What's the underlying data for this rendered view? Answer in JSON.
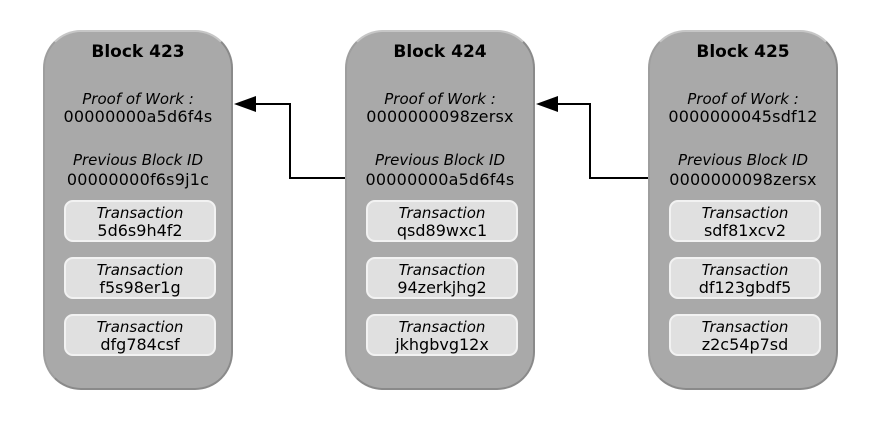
{
  "diagram": {
    "background": "#ffffff",
    "block_fill": "#a9a9a9",
    "block_border": "#8a8a8a",
    "transaction_fill": "#e0e0e0",
    "transaction_border": "#f2f2f2",
    "arrow_color": "#000000",
    "blocks": [
      {
        "title": "Block 423",
        "pow_label": "Proof of Work :",
        "pow_value": "00000000a5d6f4s",
        "prev_label": "Previous Block ID",
        "prev_value": "00000000f6s9j1c",
        "transactions": [
          {
            "label": "Transaction",
            "id": "5d6s9h4f2"
          },
          {
            "label": "Transaction",
            "id": "f5s98er1g"
          },
          {
            "label": "Transaction",
            "id": "dfg784csf"
          }
        ]
      },
      {
        "title": "Block 424",
        "pow_label": "Proof of Work :",
        "pow_value": "0000000098zersx",
        "prev_label": "Previous Block ID",
        "prev_value": "00000000a5d6f4s",
        "transactions": [
          {
            "label": "Transaction",
            "id": "qsd89wxc1"
          },
          {
            "label": "Transaction",
            "id": "94zerkjhg2"
          },
          {
            "label": "Transaction",
            "id": "jkhgbvg12x"
          }
        ]
      },
      {
        "title": "Block 425",
        "pow_label": "Proof of Work :",
        "pow_value": "0000000045sdf12",
        "prev_label": "Previous Block ID",
        "prev_value": "0000000098zersx",
        "transactions": [
          {
            "label": "Transaction",
            "id": "sdf81xcv2"
          },
          {
            "label": "Transaction",
            "id": "df123gbdf5"
          },
          {
            "label": "Transaction",
            "id": "z2c54p7sd"
          }
        ]
      }
    ]
  }
}
